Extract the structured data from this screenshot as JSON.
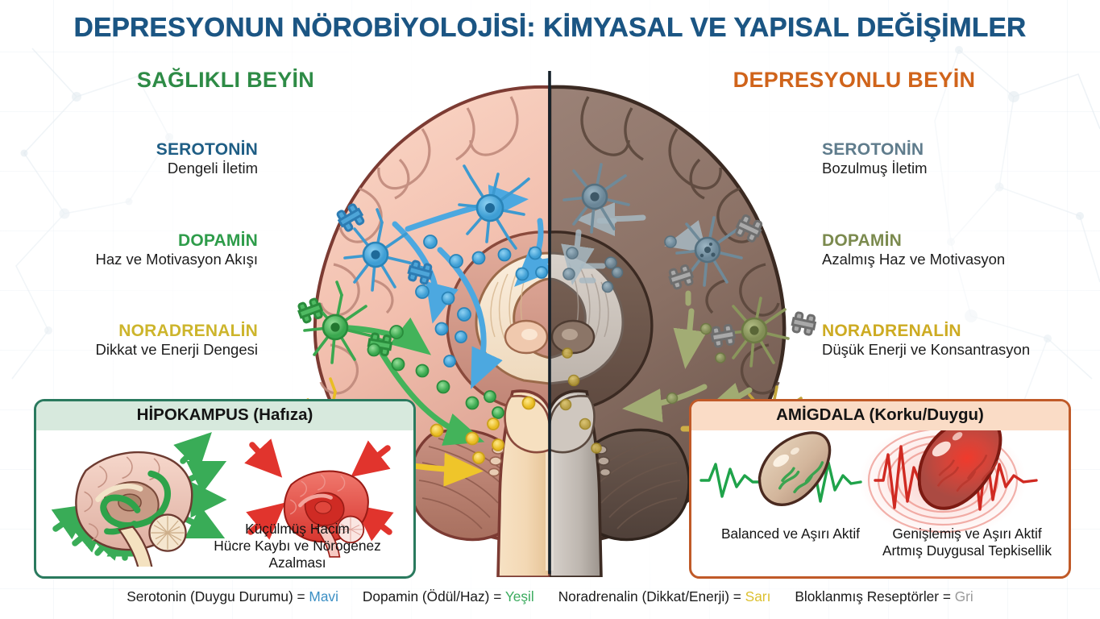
{
  "title": "DEPRESYONUN NÖROBİYOLOJİSİ: KİMYASAL VE YAPISAL DEĞİŞİMLER",
  "colors": {
    "title": "#1b5583",
    "healthy_heading": "#2e8b46",
    "depressed_heading": "#d0641b",
    "serotonin_healthy": "#1f5e85",
    "serotonin_depressed": "#5f7c8c",
    "dopamin_healthy": "#2e9c4a",
    "dopamin_depressed": "#7b8a4e",
    "noradrenalin_healthy": "#cdb52c",
    "noradrenalin_depressed": "#cdab22",
    "hippocampus_border": "#2a7a5e",
    "hippocampus_header_bg": "#d7e9dd",
    "amygdala_border": "#c05a28",
    "amygdala_header_bg": "#fadcc6",
    "legend_blue": "#3b8fc4",
    "legend_green": "#3bab5e",
    "legend_yellow": "#dcc02e",
    "legend_gray": "#9a9a9a"
  },
  "left": {
    "heading": "SAĞLIKLI BEYİN",
    "items": [
      {
        "name": "SEROTONİN",
        "desc": "Dengeli İletim"
      },
      {
        "name": "DOPAMİN",
        "desc": "Haz ve Motivasyon Akışı"
      },
      {
        "name": "NORADRENALİN",
        "desc": "Dikkat ve Enerji Dengesi"
      }
    ]
  },
  "right": {
    "heading": "DEPRESYONLU BEYİN",
    "items": [
      {
        "name": "SEROTONİN",
        "desc": "Bozulmuş İletim"
      },
      {
        "name": "DOPAMİN",
        "desc": "Azalmış Haz ve Motivasyon"
      },
      {
        "name": "NORADRENALİN",
        "desc": "Düşük Enerji ve Konsantrasyon"
      }
    ]
  },
  "panels": {
    "hippocampus": {
      "header": "HİPOKAMPUS (Hafıza)",
      "right_caption_line1": "Küçülmüş Hacim",
      "right_caption_line2": "Hücre Kaybı ve Nörogenez Azalması"
    },
    "amygdala": {
      "header": "AMİGDALA (Korku/Duygu)",
      "left_caption": "Balanced ve Aşırı Aktif",
      "right_caption_line1": "Genişlemiş ve Aşırı Aktif",
      "right_caption_line2": "Artmış Duygusal Tepkisellik"
    }
  },
  "legend": [
    {
      "label": "Serotonin (Duygu Durumu) =",
      "value": "Mavi",
      "color": "#3b8fc4"
    },
    {
      "label": "Dopamin (Ödül/Haz) =",
      "value": "Yeşil",
      "color": "#3bab5e"
    },
    {
      "label": "Noradrenalin (Dikkat/Enerji) =",
      "value": "Sarı",
      "color": "#dcc02e"
    },
    {
      "label": "Bloklanmış Reseptörler =",
      "value": "Gri",
      "color": "#9a9a9a"
    }
  ]
}
